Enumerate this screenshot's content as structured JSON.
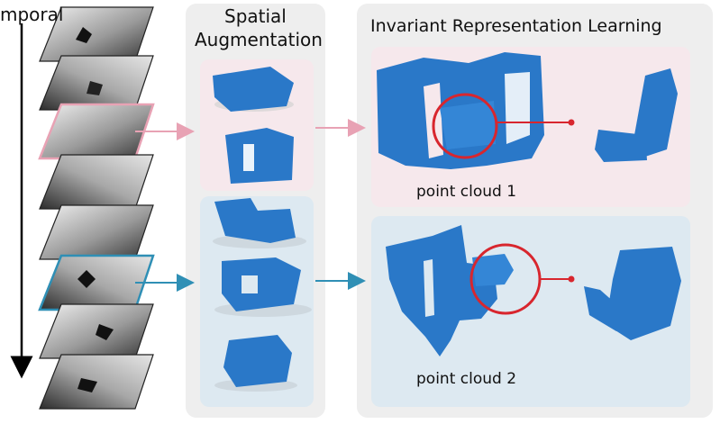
{
  "labels": {
    "temporal": "mporal",
    "spatial_line1": "Spatial",
    "spatial_line2": "Augmentation",
    "invariant": "Invariant Representation Learning",
    "point_cloud_1": "point cloud 1",
    "point_cloud_2": "point cloud 2"
  },
  "colors": {
    "pink_highlight": "#e8a2b4",
    "blue_highlight": "#2f8fb5",
    "point_blue": "#2a78c8",
    "circle_red": "#d8262e",
    "pink_panel": "#f6e8ec",
    "blue_panel": "#dde9f1",
    "column_bg": "#eeeeee"
  }
}
